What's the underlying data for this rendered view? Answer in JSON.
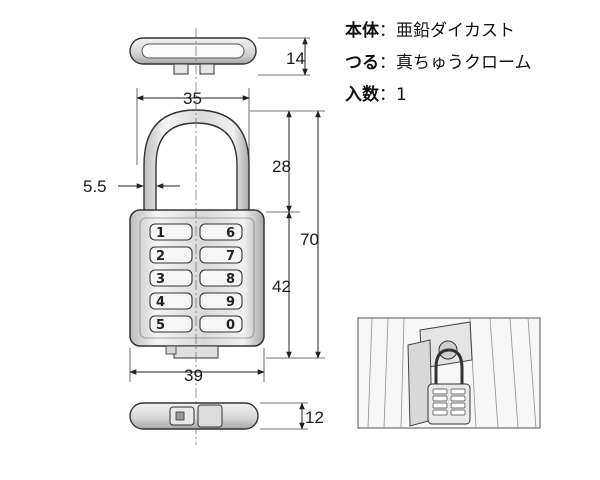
{
  "specs": [
    {
      "label": "本体",
      "sep": "：",
      "value": "亜鉛ダイカスト"
    },
    {
      "label": "つる",
      "sep": "：",
      "value": "真ちゅうクローム"
    },
    {
      "label": "入数",
      "sep": "：",
      "value": "1"
    }
  ],
  "dimensions": {
    "top_view_height": "14",
    "width": "35",
    "shackle_thickness": "5.5",
    "shackle_clearance": "28",
    "total_height": "70",
    "body_height": "42",
    "body_width": "39",
    "bottom_view_height": "12"
  },
  "keypad": {
    "left_column": [
      "1",
      "2",
      "3",
      "4",
      "5"
    ],
    "right_column": [
      "6",
      "7",
      "8",
      "9",
      "0"
    ]
  }
}
